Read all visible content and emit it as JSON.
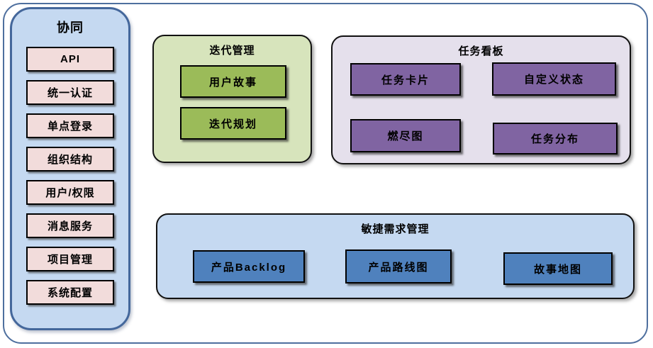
{
  "colors": {
    "frame_border": "#4E6F9E",
    "sidebar_fill": "#C5D9F1",
    "sidebar_border": "#44679B",
    "pink_fill": "#F2DCDB",
    "green_panel": "#D7E4BC",
    "green_item": "#9BBB59",
    "purple_panel": "#E5E0EC",
    "purple_item": "#8064A2",
    "blue_panel": "#C5D9F1",
    "blue_item": "#4F81BD",
    "box_border": "#000000"
  },
  "sidebar": {
    "title": "协同",
    "items": [
      "API",
      "统一认证",
      "单点登录",
      "组织结构",
      "用户/权限",
      "消息服务",
      "项目管理",
      "系统配置"
    ]
  },
  "panels": {
    "iteration": {
      "title": "迭代管理",
      "items": [
        "用户故事",
        "迭代规划"
      ]
    },
    "kanban": {
      "title": "任务看板",
      "items": [
        "任务卡片",
        "自定义状态",
        "燃尽图",
        "任务分布"
      ]
    },
    "requirements": {
      "title": "敏捷需求管理",
      "items": [
        "产品Backlog",
        "产品路线图",
        "故事地图"
      ]
    }
  }
}
